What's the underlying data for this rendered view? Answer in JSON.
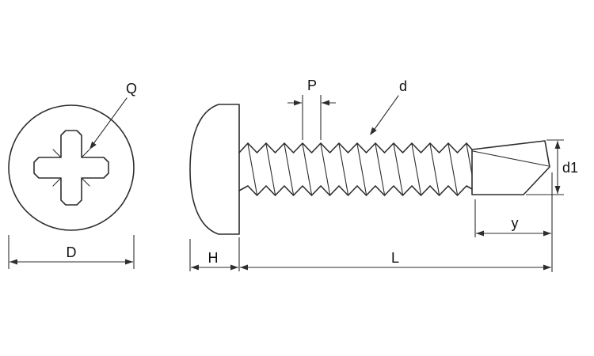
{
  "diagram": {
    "title": "self-drilling pan head screw technical drawing",
    "labels": {
      "drive_recess": "Q",
      "head_diameter": "D",
      "thread_pitch": "P",
      "thread_diameter": "d",
      "drill_point_diameter": "d1",
      "drill_point_length": "y",
      "head_height": "H",
      "overall_length": "L"
    },
    "colors": {
      "line": "#2e2e2e",
      "text": "#111111",
      "background": "#ffffff"
    }
  }
}
